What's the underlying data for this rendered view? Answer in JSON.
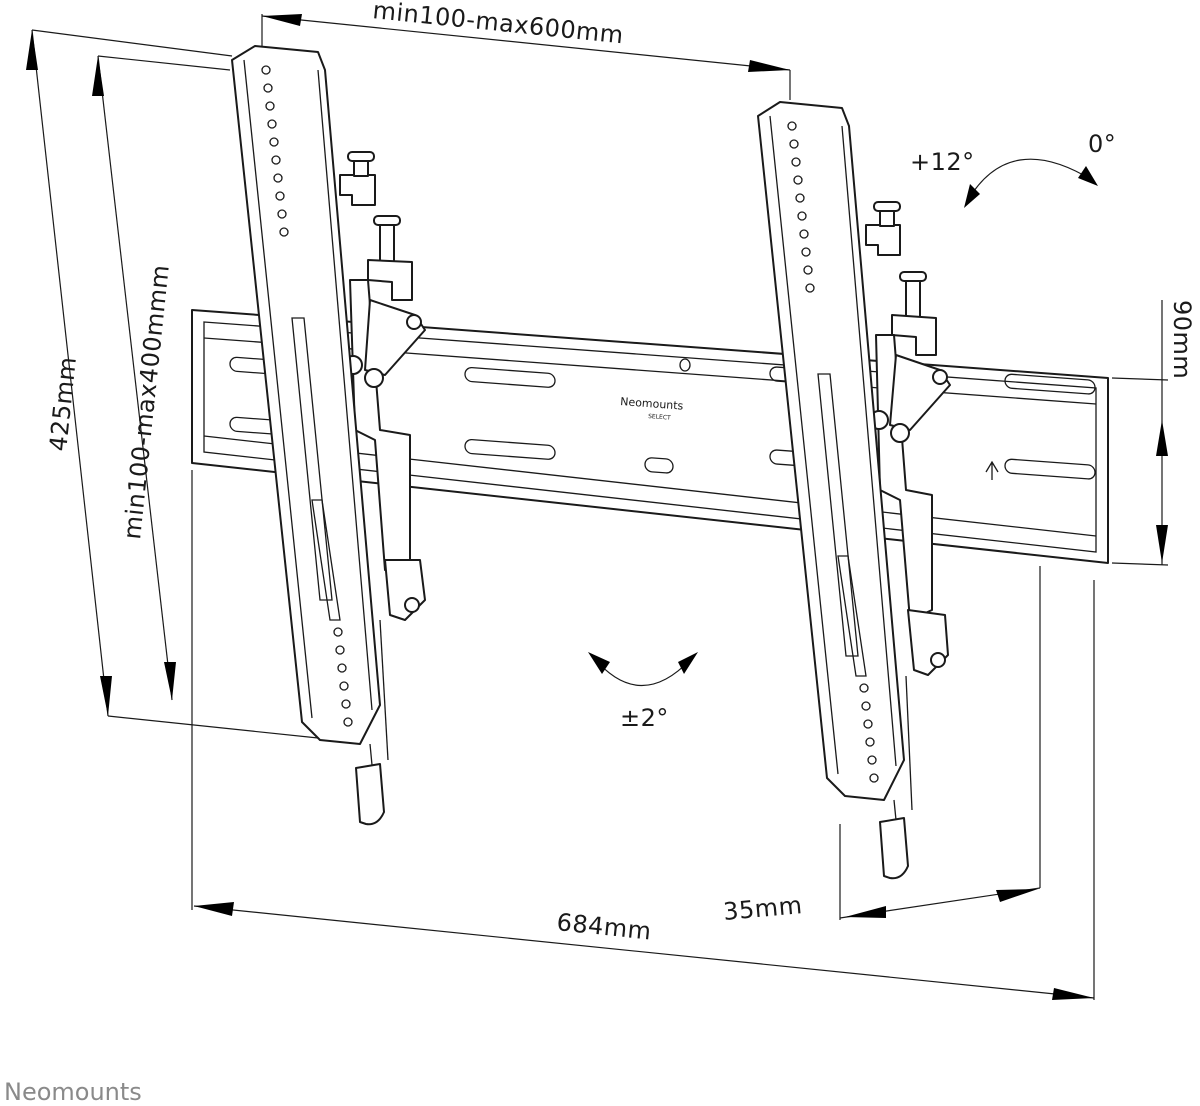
{
  "dimensions": {
    "vesa_width": "min100-max600mm",
    "height_total": "425mm",
    "vesa_height": "min100-max400mmm",
    "plate_height": "90mm",
    "plate_width": "684mm",
    "wall_offset": "35mm"
  },
  "tilt": {
    "forward": "+12°",
    "neutral": "0°",
    "level_adjust": "±2°"
  },
  "plate_logo": {
    "brand": "Neomounts",
    "sub": "SELECT"
  },
  "footer": {
    "brand": "Neomounts"
  },
  "colors": {
    "line": "#1a1a1a",
    "footer_text": "#8a8a8a",
    "background": "#ffffff"
  }
}
